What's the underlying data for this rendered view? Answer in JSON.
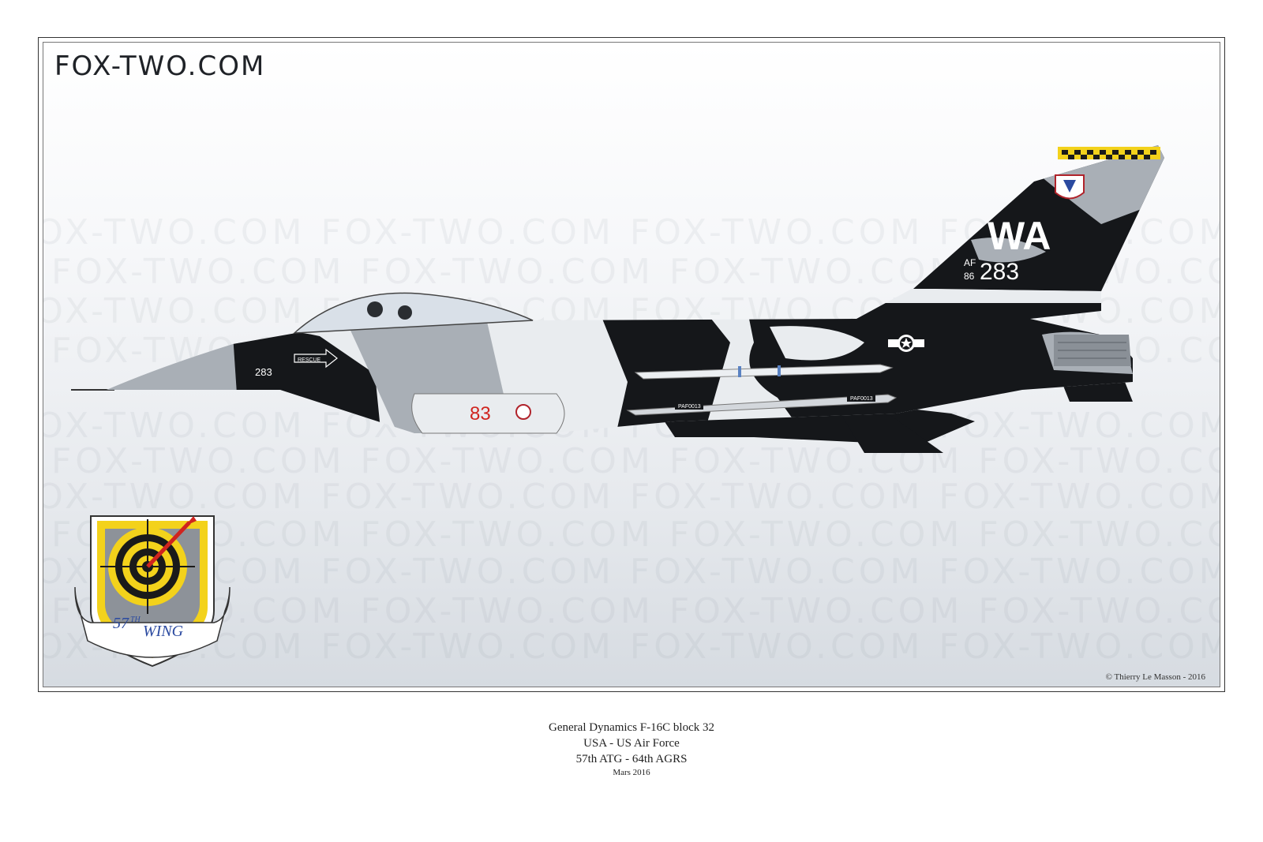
{
  "brand": "FOX-TWO.COM",
  "watermark_text": "FOX-TWO.COM   FOX-TWO.COM   FOX-TWO.COM   FOX-TWO.COM   FOX-TWO.COM",
  "aircraft_markings": {
    "tail_code": "WA",
    "tail_af": "AF",
    "tail_year": "86",
    "tail_serial": "283",
    "nose_number": "283",
    "intake_number": "83",
    "rescue_label": "RESCUE",
    "missile_label_1": "PAF0013",
    "missile_label_2": "PAF0013"
  },
  "badge": {
    "number": "57",
    "superscript": "TH",
    "word": "WING"
  },
  "copyright": "© Thierry Le Masson - 2016",
  "caption": {
    "line1": "General Dynamics F-16C block 32",
    "line2": "USA - US Air Force",
    "line3": "57th ATG - 64th AGRS",
    "date": "Mars 2016"
  },
  "colors": {
    "camo_black": "#15171a",
    "camo_light": "#e9ecef",
    "camo_grey": "#a9afb6",
    "badge_yellow": "#f3d21b",
    "intake_red": "#d0241f"
  }
}
